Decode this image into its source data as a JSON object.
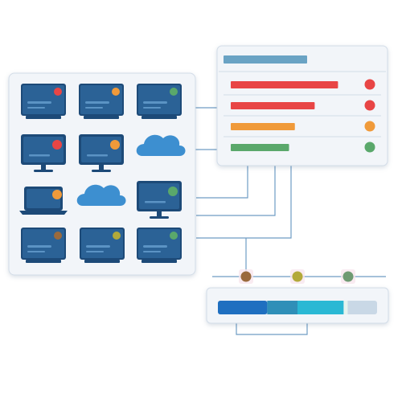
{
  "colors": {
    "panel_bg": "#f2f5f9",
    "panel_border": "#d3dde8",
    "device_dark": "#1d4a78",
    "device_mid": "#2b6296",
    "device_light": "#5b93c4",
    "cloud": "#3d8fd0",
    "connector": "#6f9cc4",
    "header_bar": "#6aa3c4",
    "red": "#e84545",
    "orange": "#f09a3a",
    "green": "#5aa86b",
    "olive": "#b3a93a",
    "brown": "#9a6a3c",
    "gray_green": "#6f9a72",
    "progress_blue": "#1f6fc0",
    "progress_teal": "#2ab8d4",
    "progress_track": "#c9d8e6"
  },
  "devices": [
    {
      "kind": "server",
      "status": "red"
    },
    {
      "kind": "server",
      "status": "orange"
    },
    {
      "kind": "server",
      "status": "green"
    },
    {
      "kind": "monitor",
      "status": "red"
    },
    {
      "kind": "monitor",
      "status": "orange"
    },
    {
      "kind": "cloud-icon",
      "status": ""
    },
    {
      "kind": "laptop",
      "status": "orange"
    },
    {
      "kind": "cloud-icon",
      "status": ""
    },
    {
      "kind": "monitor",
      "status": "green"
    },
    {
      "kind": "server",
      "status": "brown"
    },
    {
      "kind": "server",
      "status": "olive"
    },
    {
      "kind": "server",
      "status": "green"
    }
  ],
  "status_rows": [
    {
      "status": "red",
      "fill": 0.92
    },
    {
      "status": "red",
      "fill": 0.72
    },
    {
      "status": "orange",
      "fill": 0.55
    },
    {
      "status": "green",
      "fill": 0.5
    }
  ],
  "timeline_markers": [
    "brown",
    "olive",
    "gray_green"
  ],
  "progress": {
    "blue_fraction": 0.31,
    "mid_fraction": 0.19,
    "teal_fraction": 0.29
  }
}
